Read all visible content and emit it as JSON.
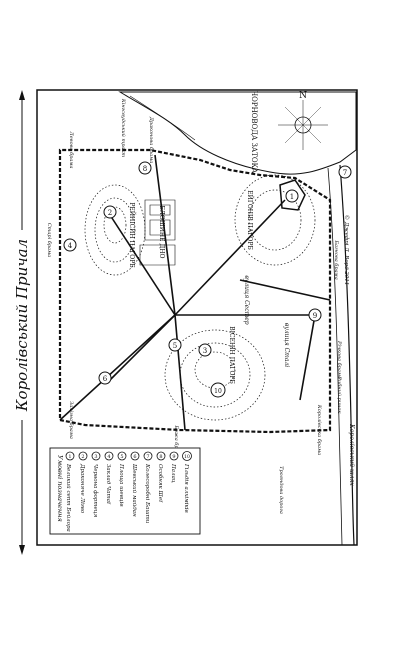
{
  "map": {
    "title": "Королівський Причал",
    "copyright": "© Джефрі Л. Ворд 2011",
    "hills": {
      "rhaenys": "РЕЙНІСИН ПАГОРБ",
      "aegon": "ЕЙГОНІВ ПАГОРБ",
      "visenya": "ВІСЕНІН ПАГОРБ"
    },
    "areas": {
      "flea_bottom": "БЛОШИНЕ ДНО",
      "blackwater": "ЧОРНОВОДА ЗАТОКА"
    },
    "streets": {
      "sisters_street": "вулиця Сестер",
      "road_of_steel": "вулиця Сталі",
      "kings_road": "Королівський шлях"
    },
    "gates": [
      "Старі брама",
      "Драконова брама",
      "Королівська брама",
      "Левова брама",
      "Річкова брама",
      "Багнова брама",
      "Божа брама",
      "Залізна брама"
    ],
    "other_labels": [
      "Рибний ринок",
      "Трояндова дорога",
      "Кінгсвудський тракт"
    ],
    "compass": {
      "north": "N"
    },
    "markers": {
      "red_keep": "1",
      "sept_baelor": "2",
      "dragonpit": "3",
      "seven_shrines": "4",
      "chataya": "5",
      "cobbler": "6",
      "gates_marker": "7",
      "pig_alley": "8",
      "wall_gate": "9",
      "guildhall": "10"
    },
    "legend": {
      "title": "Умовні позначення",
      "items": [
        {
          "num": "1",
          "label": "Великий септ Бейлора"
        },
        {
          "num": "2",
          "label": "Драконяче Лігво"
        },
        {
          "num": "3",
          "label": "Червона фортеця"
        },
        {
          "num": "4",
          "label": "Заклад Чатаї"
        },
        {
          "num": "5",
          "label": "Площа шевців"
        },
        {
          "num": "6",
          "label": "Шевський майдан"
        },
        {
          "num": "7",
          "label": "Колесоробні Башти"
        },
        {
          "num": "8",
          "label": "Особняк Шеї"
        },
        {
          "num": "9",
          "label": "Палац"
        },
        {
          "num": "10",
          "label": "Гільдія алхіміків"
        }
      ]
    }
  }
}
